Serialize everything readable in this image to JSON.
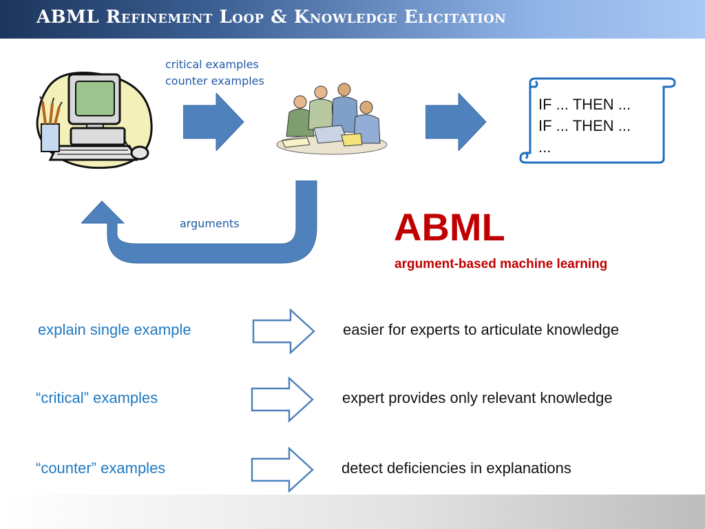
{
  "title": "ABML Refinement Loop & Knowledge Elicitation",
  "loop": {
    "label_critical": "critical examples",
    "label_counter": "counter examples",
    "label_arguments": "arguments",
    "rules": [
      "IF ... THEN ...",
      "IF ... THEN ...",
      "..."
    ]
  },
  "abml": {
    "heading": "ABML",
    "subheading": "argument-based machine learning"
  },
  "rows": [
    {
      "left": "explain single example",
      "right": "easier for experts to articulate knowledge"
    },
    {
      "left": "“critical” examples",
      "right": "expert provides only relevant knowledge"
    },
    {
      "left": "“counter” examples",
      "right": "detect deficiencies in explanations"
    }
  ],
  "icons": [
    "computer-clipart-icon",
    "experts-group-clipart-icon",
    "rules-scroll-icon"
  ],
  "colors": {
    "arrow_fill": "#4f81bd",
    "abml_red": "#c00000",
    "row_left_blue": "#1f79c2"
  }
}
